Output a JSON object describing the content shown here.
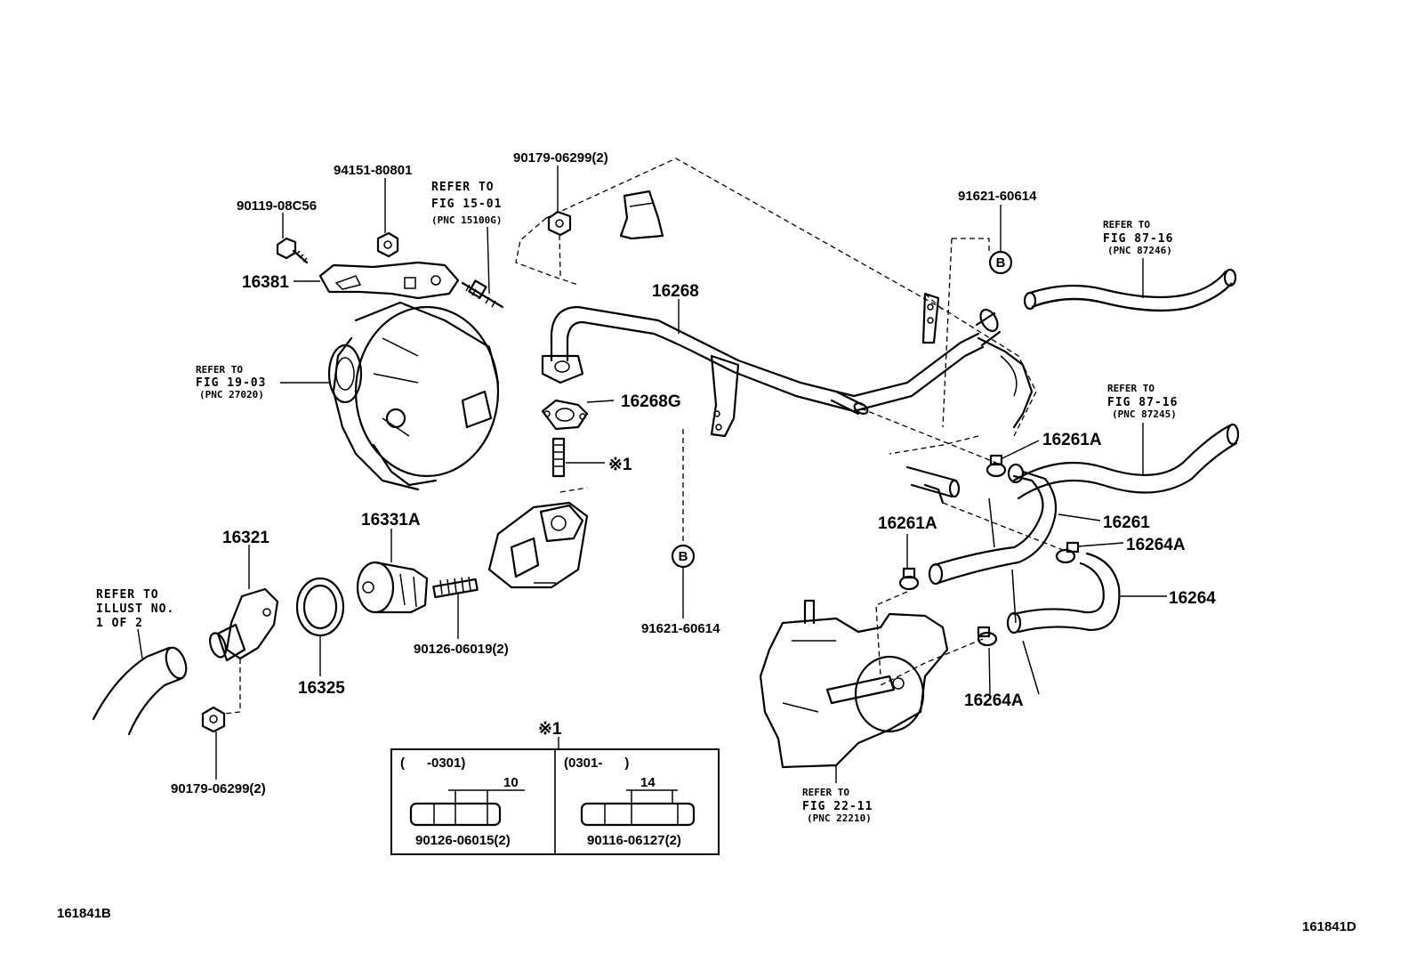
{
  "labels": {
    "p1": "94151-80801",
    "p2": "90179-06299(2)",
    "p3": "90119-08C56",
    "p4": "16381",
    "p5": "16268",
    "p6": "91621-60614",
    "p7": "16268G",
    "p8": "※1",
    "p9": "16261A",
    "p10": "16261",
    "p11": "16264A",
    "p12": "16264",
    "p13": "16261A",
    "p14": "16264A",
    "p15": "16321",
    "p16": "16331A",
    "p17": "16325",
    "p18": "90126-06019(2)",
    "p19": "91621-60614",
    "p20": "90179-06299(2)"
  },
  "refs": {
    "r1": [
      "REFER TO",
      "FIG 15-01",
      "(PNC 15100G)"
    ],
    "r2": [
      "REFER TO",
      "FIG 19-03",
      "(PNC 27020)"
    ],
    "r3": [
      "REFER TO",
      "FIG 87-16",
      "(PNC 87246)"
    ],
    "r4": [
      "REFER TO",
      "FIG 87-16",
      "(PNC 87245)"
    ],
    "r5": [
      "REFER TO",
      "ILLUST NO.",
      "1 OF 2"
    ],
    "r6": [
      "REFER TO",
      "FIG 22-11",
      "(PNC 22210)"
    ]
  },
  "callouts": {
    "b1": "B",
    "b2": "B"
  },
  "inset": {
    "title": "※1",
    "left_range": "(      -0301)",
    "right_range": "(0301-      )",
    "left_dim": "10",
    "right_dim": "14",
    "left_part": "90126-06015(2)",
    "right_part": "90116-06127(2)"
  },
  "codes": {
    "left": "161841B",
    "right": "161841D"
  }
}
